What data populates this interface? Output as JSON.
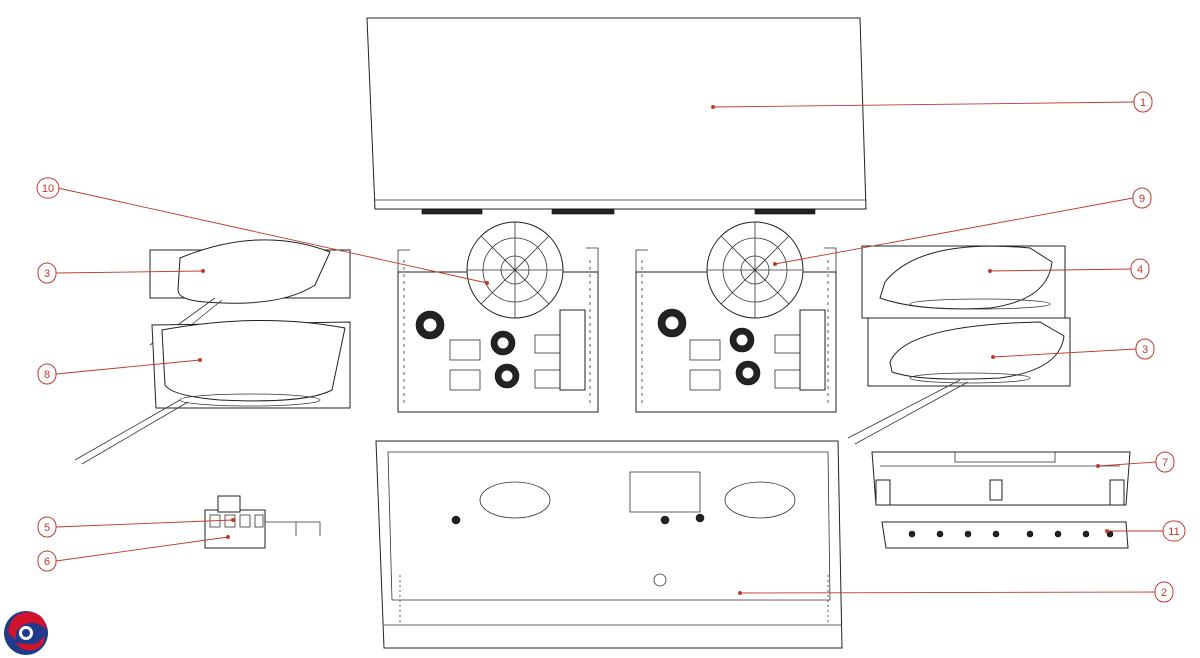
{
  "colors": {
    "leader": "#c0392b",
    "line_art": "#222222",
    "background": "#ffffff",
    "logo_blue": "#1f3a8a",
    "logo_red": "#d3122b"
  },
  "logo": {
    "icon": "swirl-logo-icon"
  },
  "callouts": [
    {
      "id": "c1",
      "label": "1"
    },
    {
      "id": "c2",
      "label": "2"
    },
    {
      "id": "c3a",
      "label": "3"
    },
    {
      "id": "c3b",
      "label": "3"
    },
    {
      "id": "c4",
      "label": "4"
    },
    {
      "id": "c5",
      "label": "5"
    },
    {
      "id": "c6",
      "label": "6"
    },
    {
      "id": "c7",
      "label": "7"
    },
    {
      "id": "c8",
      "label": "8"
    },
    {
      "id": "c9",
      "label": "9"
    },
    {
      "id": "c10",
      "label": "10"
    },
    {
      "id": "c11",
      "label": "11"
    }
  ]
}
